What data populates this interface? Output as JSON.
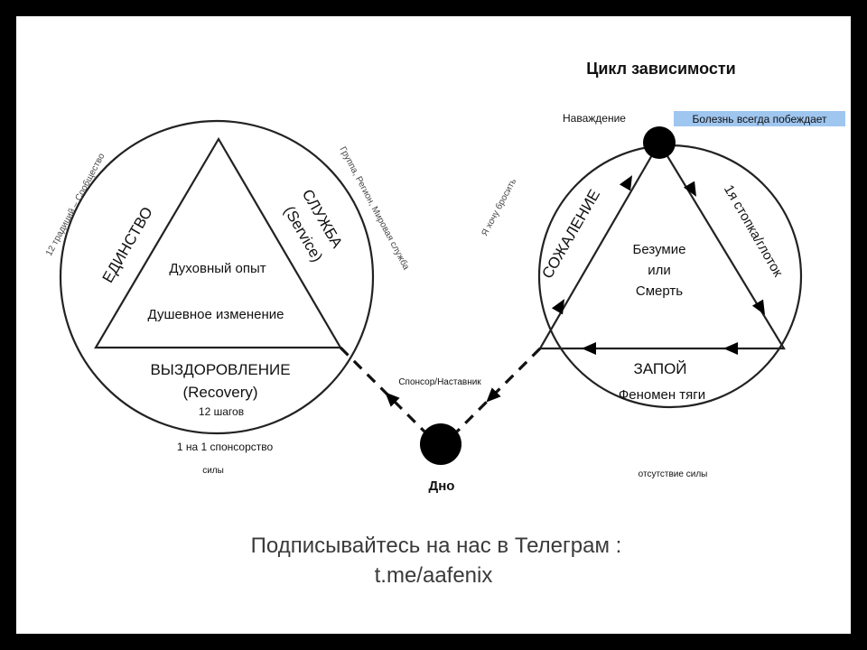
{
  "left_cycle": {
    "triangle_left_side": "ЕДИНСТВО",
    "triangle_right_side_top": "СЛУЖБА",
    "triangle_right_side_bottom": "(Service)",
    "triangle_center_line1": "Духовный опыт",
    "triangle_center_line2": "Душевное изменение",
    "bottom_line1": "ВЫЗДОРОВЛЕНИЕ",
    "bottom_line2": "(Recovery)",
    "bottom_line3": "12 шагов",
    "outer_left_note": "12 традиций – Сообщество",
    "outer_right_note": "Группа, Регион, Мировая служба",
    "below_line1": "1 на 1 спонсорство",
    "below_line2": "силы"
  },
  "right_cycle": {
    "title": "Цикл зависимости",
    "top_left_label": "Наваждение",
    "top_right_label": "Болезнь всегда побеждает",
    "left_side": "СОЖАЛЕНИЕ",
    "right_side": "1я стопка/глоток",
    "center_line1": "Безумие",
    "center_line2": "или",
    "center_line3": "Смерть",
    "bottom_line1": "ЗАПОЙ",
    "bottom_line2": "Феномен тяги",
    "outer_left_note": "Я хочу бросить",
    "below_note": "отсутствие силы"
  },
  "bottom": {
    "sponsor_label": "Спонсор/Наставник",
    "bottom_label": "Дно"
  },
  "footer": {
    "line1": "Подписывайтесь на нас в Телеграм :",
    "line2": "t.me/aafenix"
  }
}
